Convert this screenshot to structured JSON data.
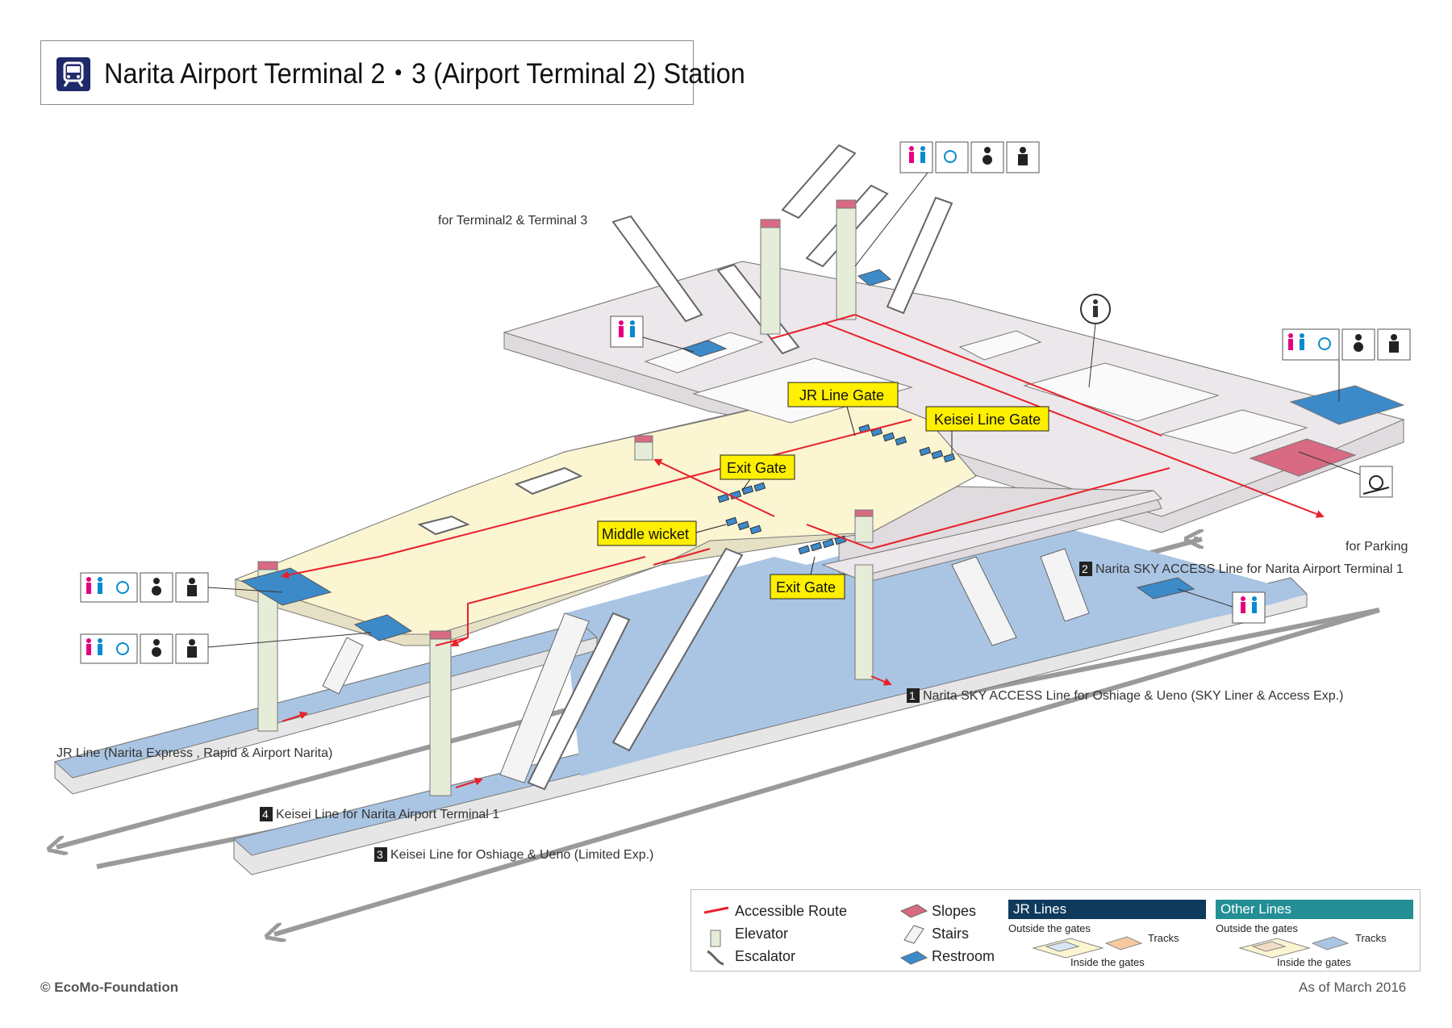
{
  "title": "Narita Airport Terminal 2・3 (Airport Terminal 2) Station",
  "labels": {
    "terminal": "for Terminal2 & Terminal 3",
    "parking": "for Parking",
    "jr_line": "JR Line (Narita Express , Rapid & Airport Narita)",
    "line1_num": "1",
    "line1": "Narita SKY ACCESS Line   for Oshiage & Ueno (SKY Liner & Access Exp.)",
    "line2_num": "2",
    "line2": "Narita SKY ACCESS Line   for Narita Airport Terminal 1",
    "line3_num": "3",
    "line3": "Keisei Line   for Oshiage & Ueno (Limited Exp.)",
    "line4_num": "4",
    "line4": "Keisei Line   for Narita Airport Terminal 1"
  },
  "gates": {
    "jr_line_gate": "JR Line Gate",
    "keisei_line_gate": "Keisei Line Gate",
    "exit_gate_top": "Exit Gate",
    "middle_wicket": "Middle wicket",
    "exit_gate_bottom": "Exit Gate"
  },
  "legend": {
    "accessible_route": "Accessible Route",
    "elevator": "Elevator",
    "escalator": "Escalator",
    "slopes": "Slopes",
    "stairs": "Stairs",
    "restroom": "Restroom",
    "jr_lines": "JR Lines",
    "other_lines": "Other Lines",
    "outside_gates": "Outside the gates",
    "tracks": "Tracks",
    "inside_gates": "Inside the gates"
  },
  "footer": {
    "copyright": "© EcoMo-Foundation",
    "date": "As of March 2016"
  },
  "colors": {
    "accessible_route": "#e8202a",
    "inside_gates": "#fbf5d2",
    "outside_gates": "#ece7ea",
    "tracks": "#aac5e3",
    "restroom": "#3d8ac9",
    "slope": "#d86a83",
    "elevator": "#e5edd8",
    "jr_lines": "#0f3a5c",
    "other_lines": "#238f95",
    "title_icon": "#1f2a6b"
  },
  "icons": [
    "train-icon",
    "restroom-icon",
    "wheelchair-icon",
    "baby-care-icon",
    "ostomate-icon",
    "information-icon",
    "slope-wheelchair-icon"
  ]
}
